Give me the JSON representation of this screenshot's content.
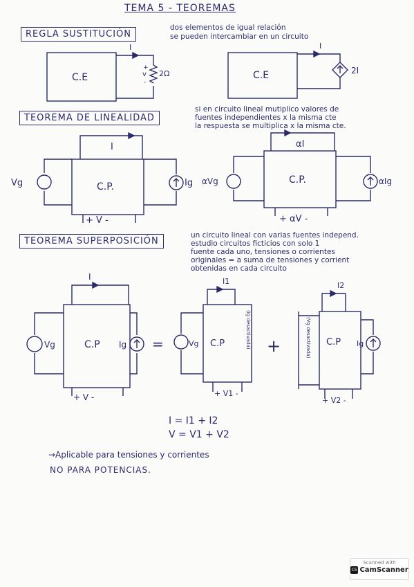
{
  "page_title": "TEMA 5 - TEOREMAS",
  "sustitucion": {
    "heading": "REGLA SUSTITUCIÓN",
    "desc_line1": "dos elementos de igual relación",
    "desc_line2": "se pueden intercambiar en un circuito",
    "box_label": "C.E",
    "current": "I",
    "voltage_plus": "+",
    "voltage": "v",
    "voltage_minus": "-",
    "resistor": "2Ω",
    "dependent_source": "2I"
  },
  "linealidad": {
    "heading": "TEOREMA DE LINEALIDAD",
    "desc_line1": "si en circuito lineal mutiplico valores de",
    "desc_line2": "fuentes independientes x la misma cte",
    "desc_line3": "la respuesta se multiplica x la misma cte.",
    "box_label": "C.P.",
    "current": "I",
    "v_source": "Vg",
    "i_source": "Ig",
    "voltage_label": "+ V -",
    "scaled_current": "αI",
    "scaled_v_source": "αVg",
    "scaled_i_source": "αIg",
    "scaled_voltage_label": "+ αV -"
  },
  "superposicion": {
    "heading": "TEOREMA SUPERPOSICIÓN",
    "desc_line1": "un circuito lineal con varias fuentes independ.",
    "desc_line2": "estudio circuitos ficticios con solo 1",
    "desc_line3": "fuente cada uno, tensiones o corrientes",
    "desc_line4": "originales = a suma de tensiones y corrient",
    "desc_line5": "obtenidas en cada circuito",
    "box_label": "C.P",
    "current": "I",
    "current_1": "I1",
    "current_2": "I2",
    "v_source": "Vg",
    "i_source": "Ig",
    "equals": "=",
    "plus": "+",
    "ig_off": "(Ig desactivada)",
    "vg_off": "(Vg desactivada)",
    "voltage_label": "+ V -",
    "voltage_1": "+ V1 -",
    "voltage_2": "+ V2 -",
    "eq_current": "I = I1 + I2",
    "eq_voltage": "V = V1 + V2",
    "note1": "→Aplicable para tensiones y corrientes",
    "note2": "NO PARA POTENCIAS."
  },
  "scanner": {
    "line1": "Scanned with",
    "logo": "CS",
    "name": "CamScanner"
  }
}
